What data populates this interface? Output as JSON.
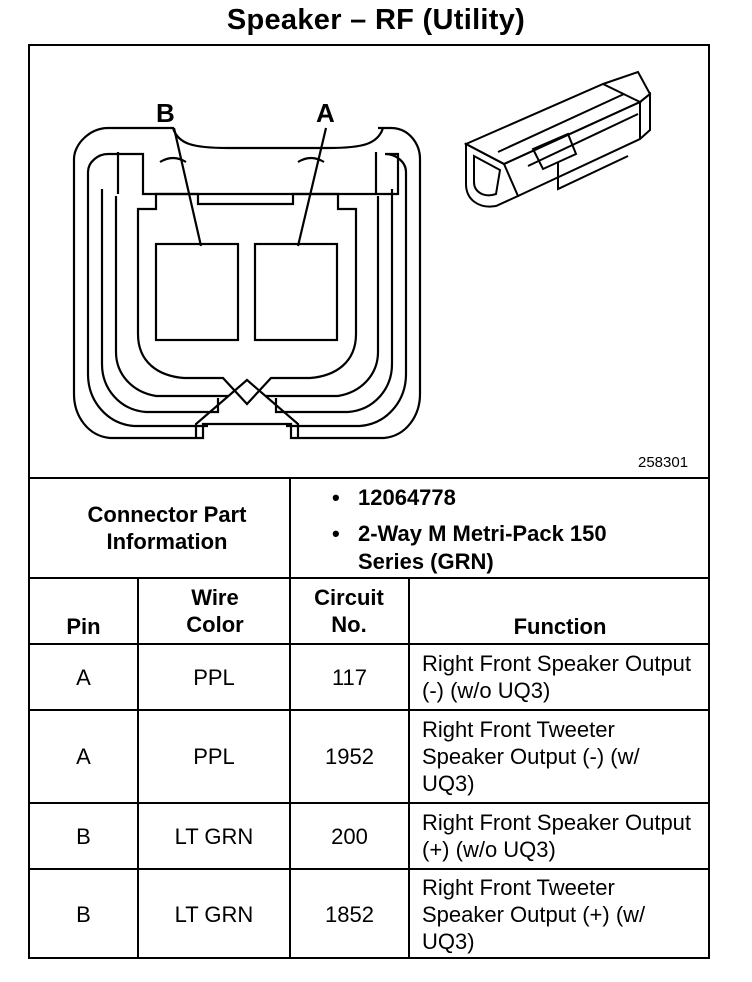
{
  "title": "Speaker – RF (Utility)",
  "diagram": {
    "pin_labels": [
      "B",
      "A"
    ],
    "figure_id": "258301"
  },
  "connector_info": {
    "label": "Connector Part Information",
    "items": [
      "12064778",
      "2-Way M Metri-Pack 150 Series (GRN)"
    ]
  },
  "table": {
    "headers": [
      "Pin",
      "Wire Color",
      "Circuit No.",
      "Function"
    ],
    "rows": [
      {
        "pin": "A",
        "wire_color": "PPL",
        "circuit": "117",
        "function": "Right Front Speaker Output (-) (w/o UQ3)"
      },
      {
        "pin": "A",
        "wire_color": "PPL",
        "circuit": "1952",
        "function": "Right Front Tweeter Speaker Output (-) (w/ UQ3)"
      },
      {
        "pin": "B",
        "wire_color": "LT GRN",
        "circuit": "200",
        "function": "Right Front Speaker Output (+) (w/o UQ3)"
      },
      {
        "pin": "B",
        "wire_color": "LT GRN",
        "circuit": "1852",
        "function": "Right Front Tweeter Speaker Output (+) (w/ UQ3)"
      }
    ]
  }
}
